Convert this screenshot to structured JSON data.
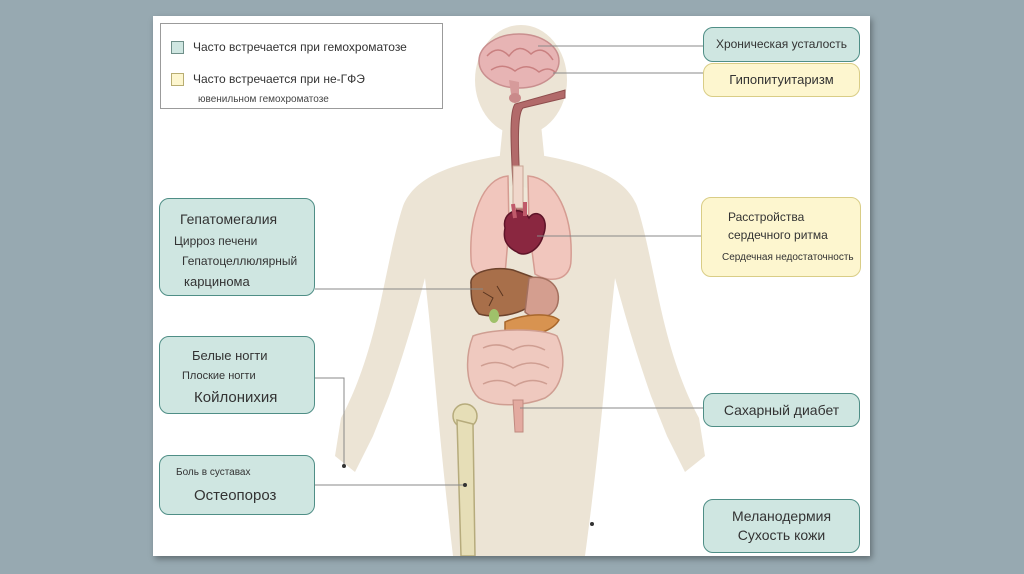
{
  "legend": {
    "teal_label": "Часто встречается при гемохроматозе",
    "cream_label": "Часто встречается при не-ГФЭ",
    "cream_sub": "ювенильном гемохроматозе",
    "teal_color": "#cfe6e1",
    "cream_color": "#fdf6cf"
  },
  "boxes": {
    "fatigue": "Хроническая усталость",
    "hypopituitarism": "Гипопитуитаризм",
    "heart": [
      "Расстройства",
      "сердечного ритма",
      "Сердечная недостаточность"
    ],
    "liver": [
      "Гепатомегалия",
      "Цирроз печени",
      "Гепатоцеллюлярный",
      "карцинома"
    ],
    "nails": [
      "Белые ногти",
      "Плоские ногти",
      "Койлонихия"
    ],
    "diabetes": "Сахарный диабет",
    "joints": [
      "Боль в суставах",
      "Остеопороз"
    ],
    "skin": [
      "Меланодермия",
      "Сухость кожи"
    ]
  }
}
